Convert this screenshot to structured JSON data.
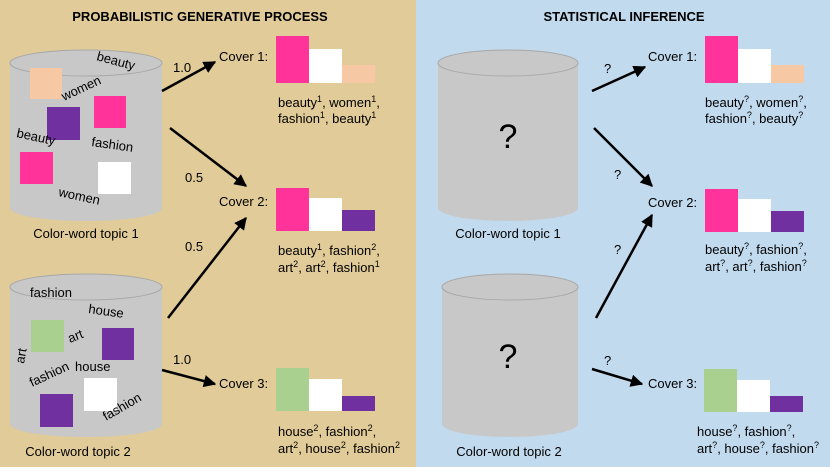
{
  "colors": {
    "left_bg": "#e1cb98",
    "right_bg": "#c2daee",
    "cylinder": "#c8c8c8",
    "pink": "#ff3399",
    "peach": "#f7c8a4",
    "purple": "#7030a0",
    "green": "#a9d08e",
    "white": "#ffffff"
  },
  "left_panel": {
    "title": "PROBABILISTIC GENERATIVE PROCESS",
    "topic1": {
      "label": "Color-word topic 1",
      "words": [
        "beauty",
        "women",
        "beauty",
        "fashion",
        "women"
      ]
    },
    "topic2": {
      "label": "Color-word topic 2",
      "words": [
        "fashion",
        "house",
        "art",
        "art",
        "fashion",
        "house",
        "fashion"
      ]
    },
    "edges": [
      {
        "label": "1.0"
      },
      {
        "label": "0.5"
      },
      {
        "label": "0.5"
      },
      {
        "label": "1.0"
      }
    ],
    "covers": [
      {
        "label": "Cover 1:",
        "words_line1": [
          {
            "w": "beauty",
            "s": "1",
            "sep": ", "
          },
          {
            "w": "women",
            "s": "1",
            "sep": ","
          }
        ],
        "words_line2": [
          {
            "w": "fashion",
            "s": "1",
            "sep": ", "
          },
          {
            "w": "beauty",
            "s": "1",
            "sep": ""
          }
        ]
      },
      {
        "label": "Cover 2:",
        "words_line1": [
          {
            "w": "beauty",
            "s": "1",
            "sep": ", "
          },
          {
            "w": "fashion",
            "s": "2",
            "sep": ","
          }
        ],
        "words_line2": [
          {
            "w": "art",
            "s": "2",
            "sep": ", "
          },
          {
            "w": "art",
            "s": "2",
            "sep": ", "
          },
          {
            "w": "fashion",
            "s": "1",
            "sep": ""
          }
        ]
      },
      {
        "label": "Cover 3:",
        "words_line1": [
          {
            "w": "house",
            "s": "2",
            "sep": ", "
          },
          {
            "w": "fashion",
            "s": "2",
            "sep": ","
          }
        ],
        "words_line2": [
          {
            "w": "art",
            "s": "2",
            "sep": ", "
          },
          {
            "w": "house",
            "s": "2",
            "sep": ", "
          },
          {
            "w": "fashion",
            "s": "2",
            "sep": ""
          }
        ]
      }
    ]
  },
  "right_panel": {
    "title": "STATISTICAL INFERENCE",
    "topic1": {
      "label": "Color-word topic 1",
      "qmark": "?"
    },
    "topic2": {
      "label": "Color-word topic 2",
      "qmark": "?"
    },
    "edges": [
      {
        "label": "?"
      },
      {
        "label": "?"
      },
      {
        "label": "?"
      },
      {
        "label": "?"
      }
    ],
    "covers": [
      {
        "label": "Cover 1:",
        "words_line1": [
          {
            "w": "beauty",
            "s": "?",
            "sep": ", "
          },
          {
            "w": "women",
            "s": "?",
            "sep": ","
          }
        ],
        "words_line2": [
          {
            "w": "fashion",
            "s": "?",
            "sep": ", "
          },
          {
            "w": "beauty",
            "s": "?",
            "sep": ""
          }
        ]
      },
      {
        "label": "Cover 2:",
        "words_line1": [
          {
            "w": "beauty",
            "s": "?",
            "sep": ", "
          },
          {
            "w": "fashion",
            "s": "?",
            "sep": ","
          }
        ],
        "words_line2": [
          {
            "w": "art",
            "s": "?",
            "sep": ", "
          },
          {
            "w": "art",
            "s": "?",
            "sep": ", "
          },
          {
            "w": "fashion",
            "s": "?",
            "sep": ""
          }
        ]
      },
      {
        "label": "Cover 3:",
        "words_line1": [
          {
            "w": "house",
            "s": "?",
            "sep": ", "
          },
          {
            "w": "fashion",
            "s": "?",
            "sep": ","
          }
        ],
        "words_line2": [
          {
            "w": "art",
            "s": "?",
            "sep": ", "
          },
          {
            "w": "house",
            "s": "?",
            "sep": ", "
          },
          {
            "w": "fashion",
            "s": "?",
            "sep": ""
          }
        ]
      }
    ]
  }
}
